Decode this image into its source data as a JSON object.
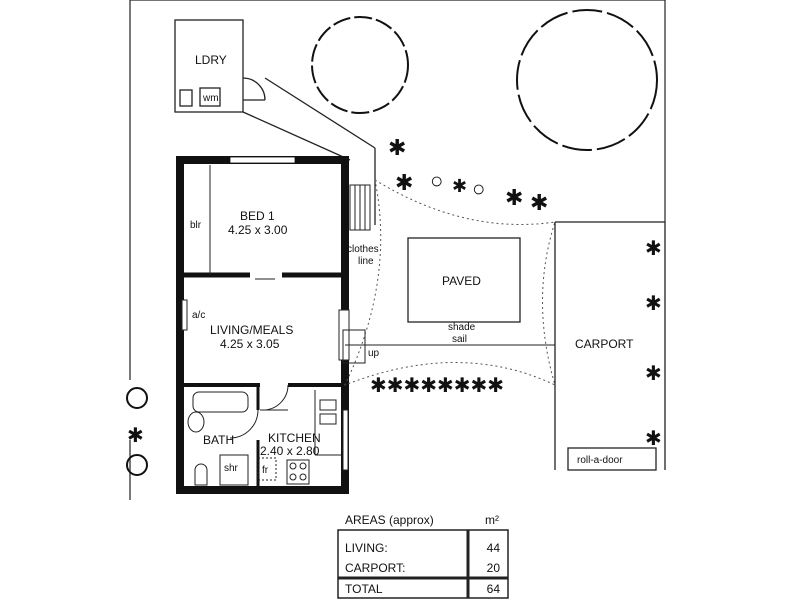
{
  "rooms": {
    "laundry": "LDRY",
    "washing_machine": "wm",
    "bed": {
      "name": "BED 1",
      "size": "4.25 x 3.00"
    },
    "robe": "blr",
    "living": {
      "name": "LIVING/MEALS",
      "size": "4.25 x 3.05"
    },
    "aircon": "a/c",
    "bath": "BATH",
    "shower": "shr",
    "kitchen": {
      "name": "KITCHEN",
      "size": "2.40 x 2.80"
    },
    "fridge": "fr",
    "clothesline": [
      "clothes",
      "line"
    ],
    "step": "up",
    "paved": "PAVED",
    "shade_sail": [
      "shade",
      "sail"
    ],
    "carport": "CARPORT",
    "roll_door": "roll-a-door"
  },
  "areas": {
    "title": "AREAS (approx)",
    "unit": "m²",
    "rows": [
      {
        "label": "LIVING:",
        "value": "44"
      },
      {
        "label": "CARPORT:",
        "value": "20"
      }
    ],
    "total": {
      "label": "TOTAL",
      "value": "64"
    }
  }
}
